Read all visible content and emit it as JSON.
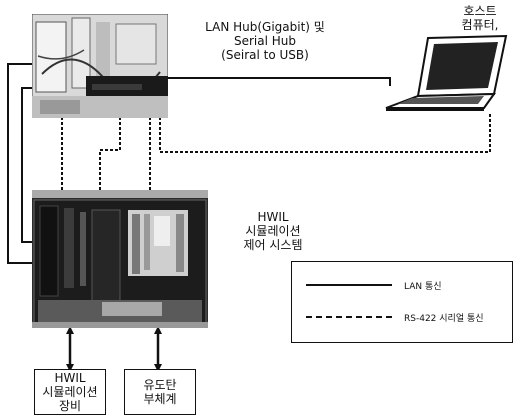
{
  "labels": {
    "hub": [
      "LAN Hub(Gigabit) 및",
      "Serial Hub",
      "(Seiral to USB)"
    ],
    "host": [
      "호스트",
      "컴퓨터,"
    ],
    "hwil_control": [
      "HWIL",
      "시뮬레이션",
      "제어 시스템"
    ]
  },
  "boxes": {
    "hwil_equipment": [
      "HWIL",
      "시뮬레이션",
      "장비"
    ],
    "seeker": [
      "유도탄",
      "부체계"
    ]
  },
  "legend": {
    "lan": "LAN 통신",
    "rs422": "RS-422 시리얼 통신"
  }
}
